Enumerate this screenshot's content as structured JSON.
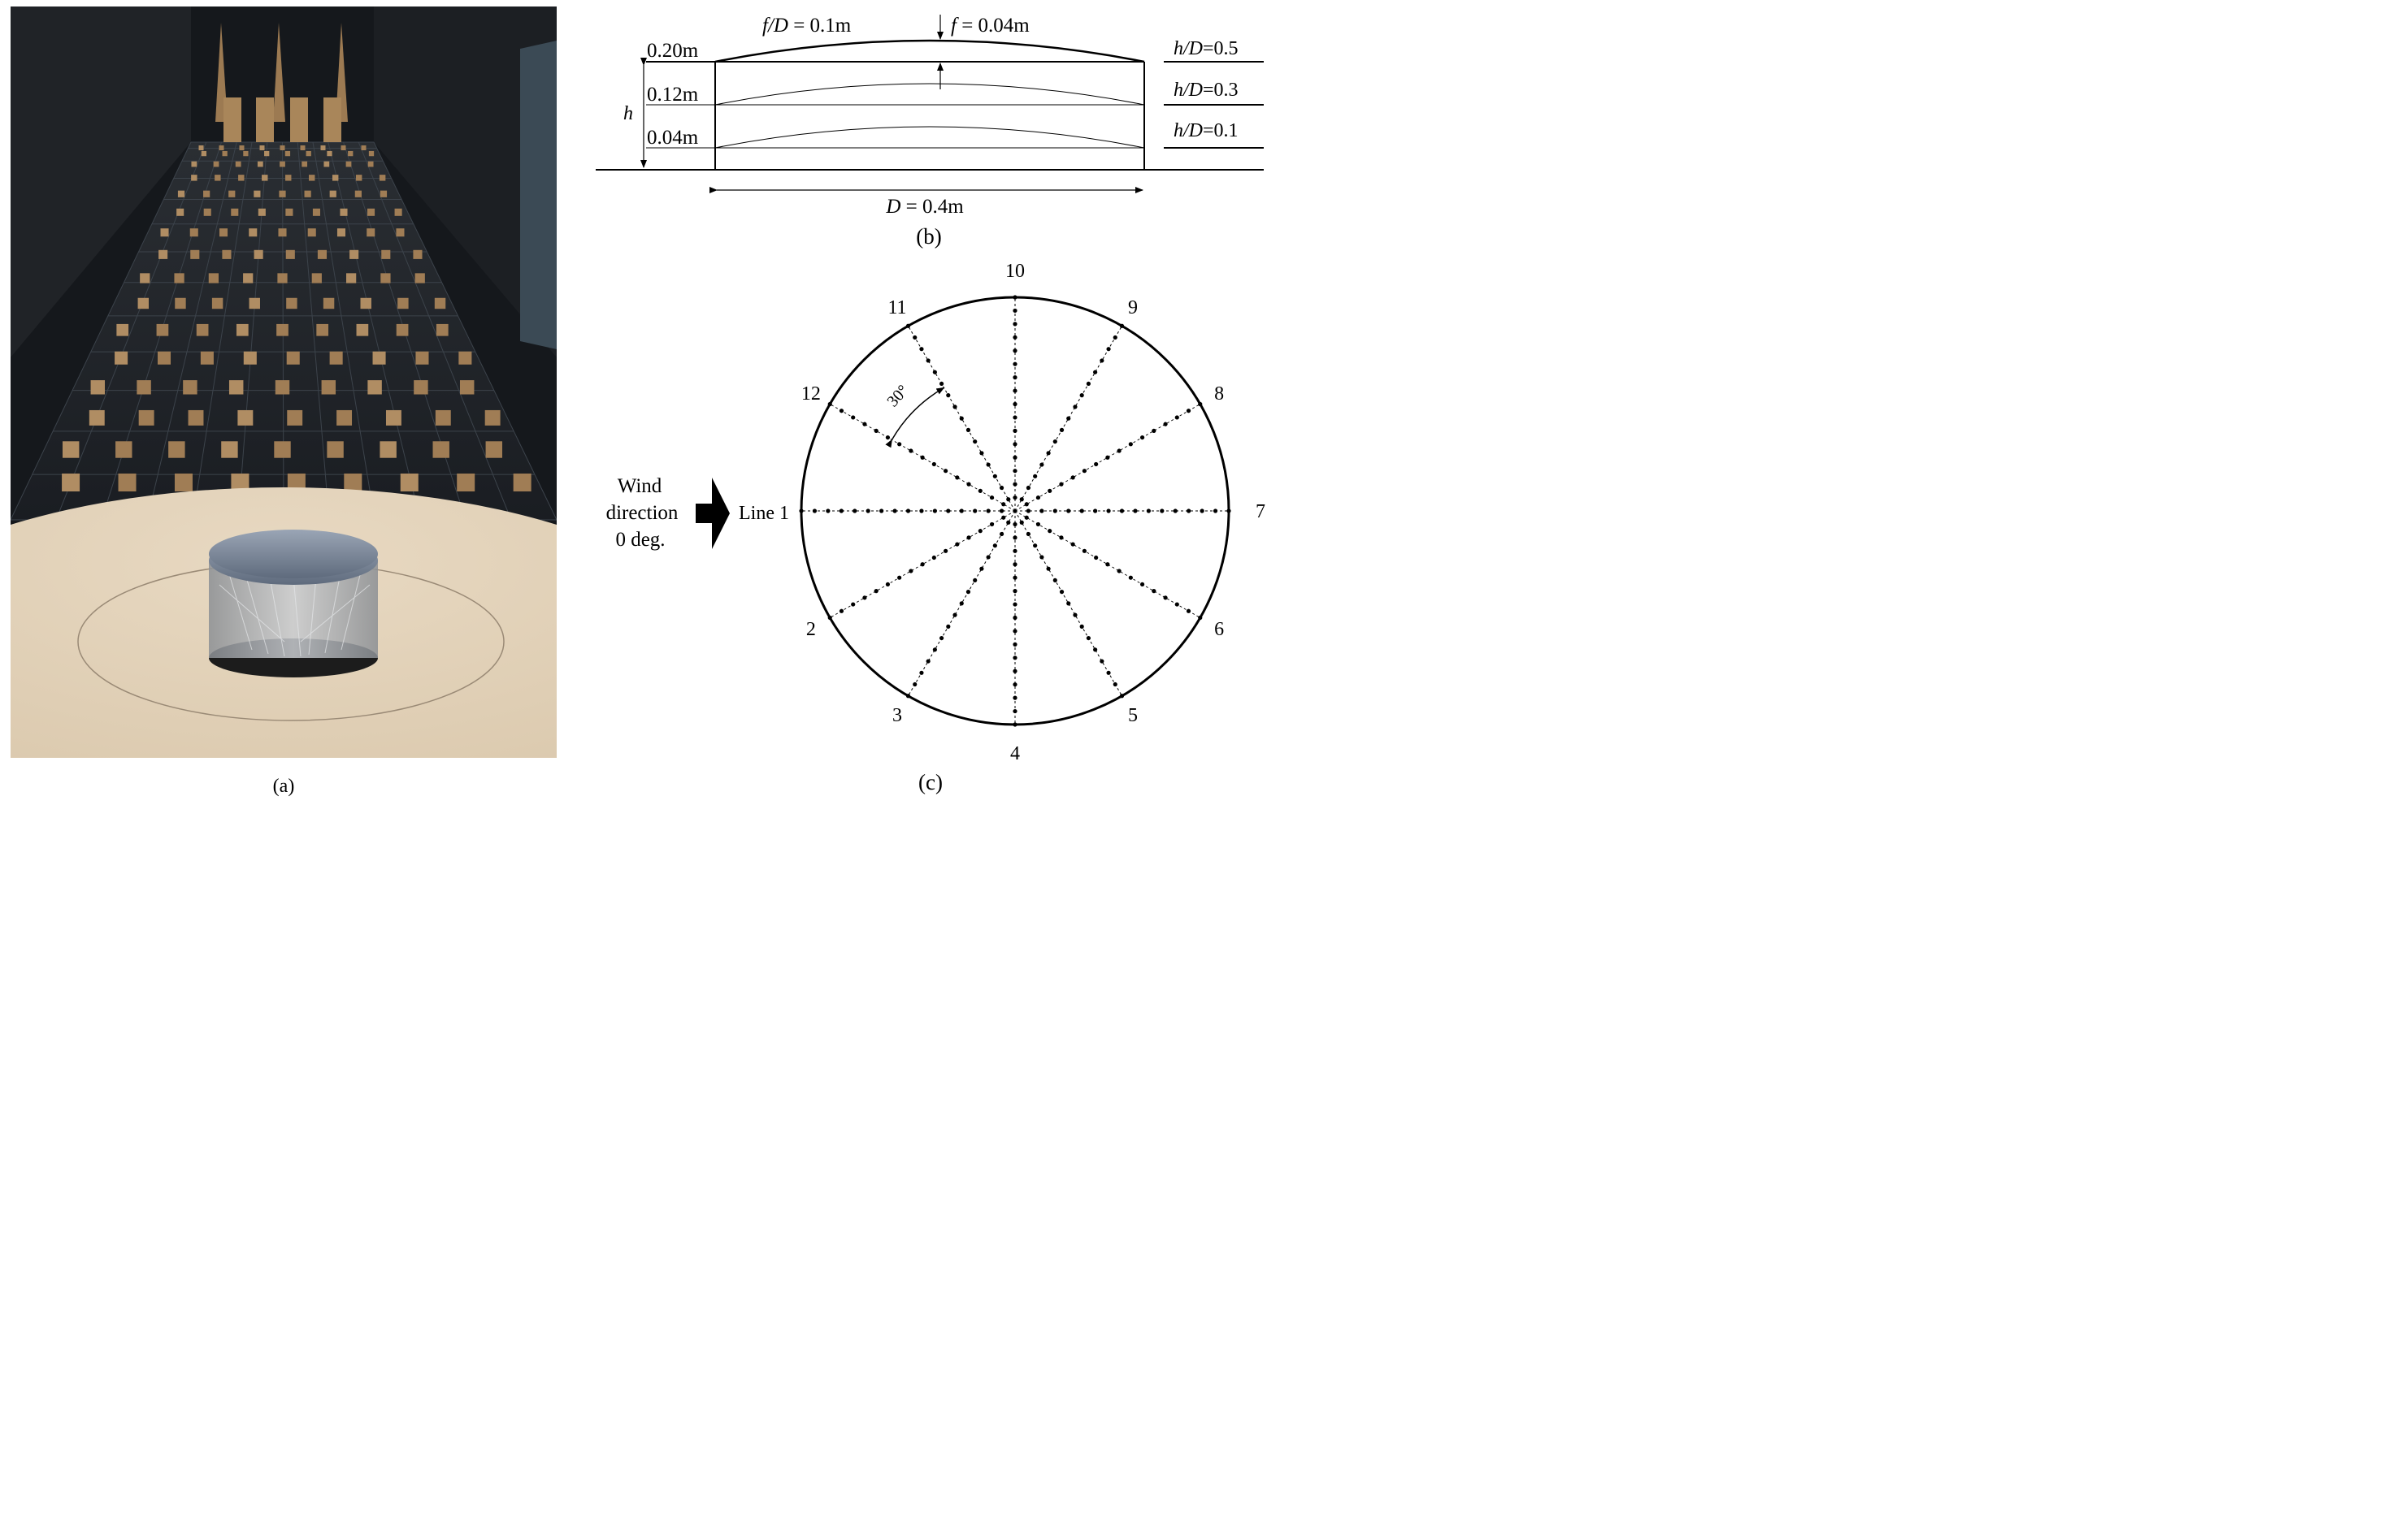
{
  "panels": {
    "a": {
      "caption": "(a)",
      "photo_description": "wind tunnel with roughness blocks and dome model on turntable"
    },
    "b": {
      "caption": "(b)",
      "heights": [
        "0.20m",
        "0.12m",
        "0.04m"
      ],
      "height_symbol": "h",
      "ratios": [
        {
          "var": "h/D",
          "value": "=0.5"
        },
        {
          "var": "h/D",
          "value": "=0.3"
        },
        {
          "var": "h/D",
          "value": "=0.1"
        }
      ],
      "rise_ratio": {
        "var": "f/D",
        "value": " = 0.1m"
      },
      "rise": {
        "var": "f",
        "value": " = 0.04m"
      },
      "diameter": {
        "var": "D",
        "value": " = 0.4m"
      }
    },
    "c": {
      "caption": "(c)",
      "wind_label": [
        "Wind",
        "direction",
        "0 deg."
      ],
      "line_prefix": "Line ",
      "line_labels": [
        "1",
        "2",
        "3",
        "4",
        "5",
        "6",
        "7",
        "8",
        "9",
        "10",
        "11",
        "12"
      ],
      "angle_label": "30°",
      "taps_per_radius": 16
    }
  }
}
